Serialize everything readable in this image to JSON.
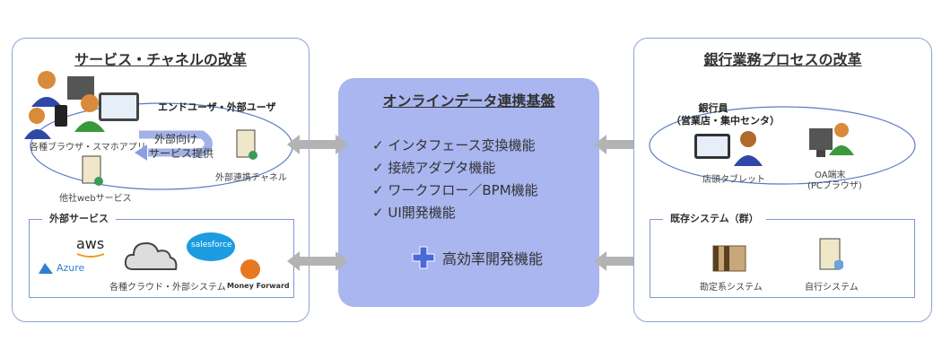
{
  "left_panel": {
    "title": "サービス・チャネルの改革",
    "user_label": "エンドユーザ・外部ユーザ",
    "browser_label": "各種ブラウザ・スマホアプリ",
    "flow_label_1": "外部向け",
    "flow_label_2": "サービス提供",
    "channel_label": "外部連携チャネル",
    "web_service_label": "他社webサービス",
    "external": {
      "title": "外部サービス",
      "cloud_label": "各種クラウド・外部システム",
      "logos": [
        "aws",
        "Azure",
        "salesforce",
        "Money Forward"
      ]
    }
  },
  "center_panel": {
    "title": "オンラインデータ連携基盤",
    "features": [
      "インタフェース変換機能",
      "接続アダプタ機能",
      "ワークフロー／BPM機能",
      "UI開発機能"
    ],
    "check_mark": "✓",
    "extra": "高効率開発機能"
  },
  "right_panel": {
    "title": "銀行業務プロセスの改革",
    "staff_label_1": "銀行員",
    "staff_label_2": "（営業店・集中センタ）",
    "tablet_label": "店頭タブレット",
    "oa_label_1": "OA端末",
    "oa_label_2": "(PCブラウザ)",
    "existing": {
      "title": "既存システム（群）",
      "core_label": "勘定系システム",
      "own_label": "自行システム"
    }
  },
  "colors": {
    "panel_border": "#8ea2d4",
    "center_fill": "#a9b6ef",
    "arrow": "#b3b3b3",
    "plus": "#4a6ad8"
  }
}
